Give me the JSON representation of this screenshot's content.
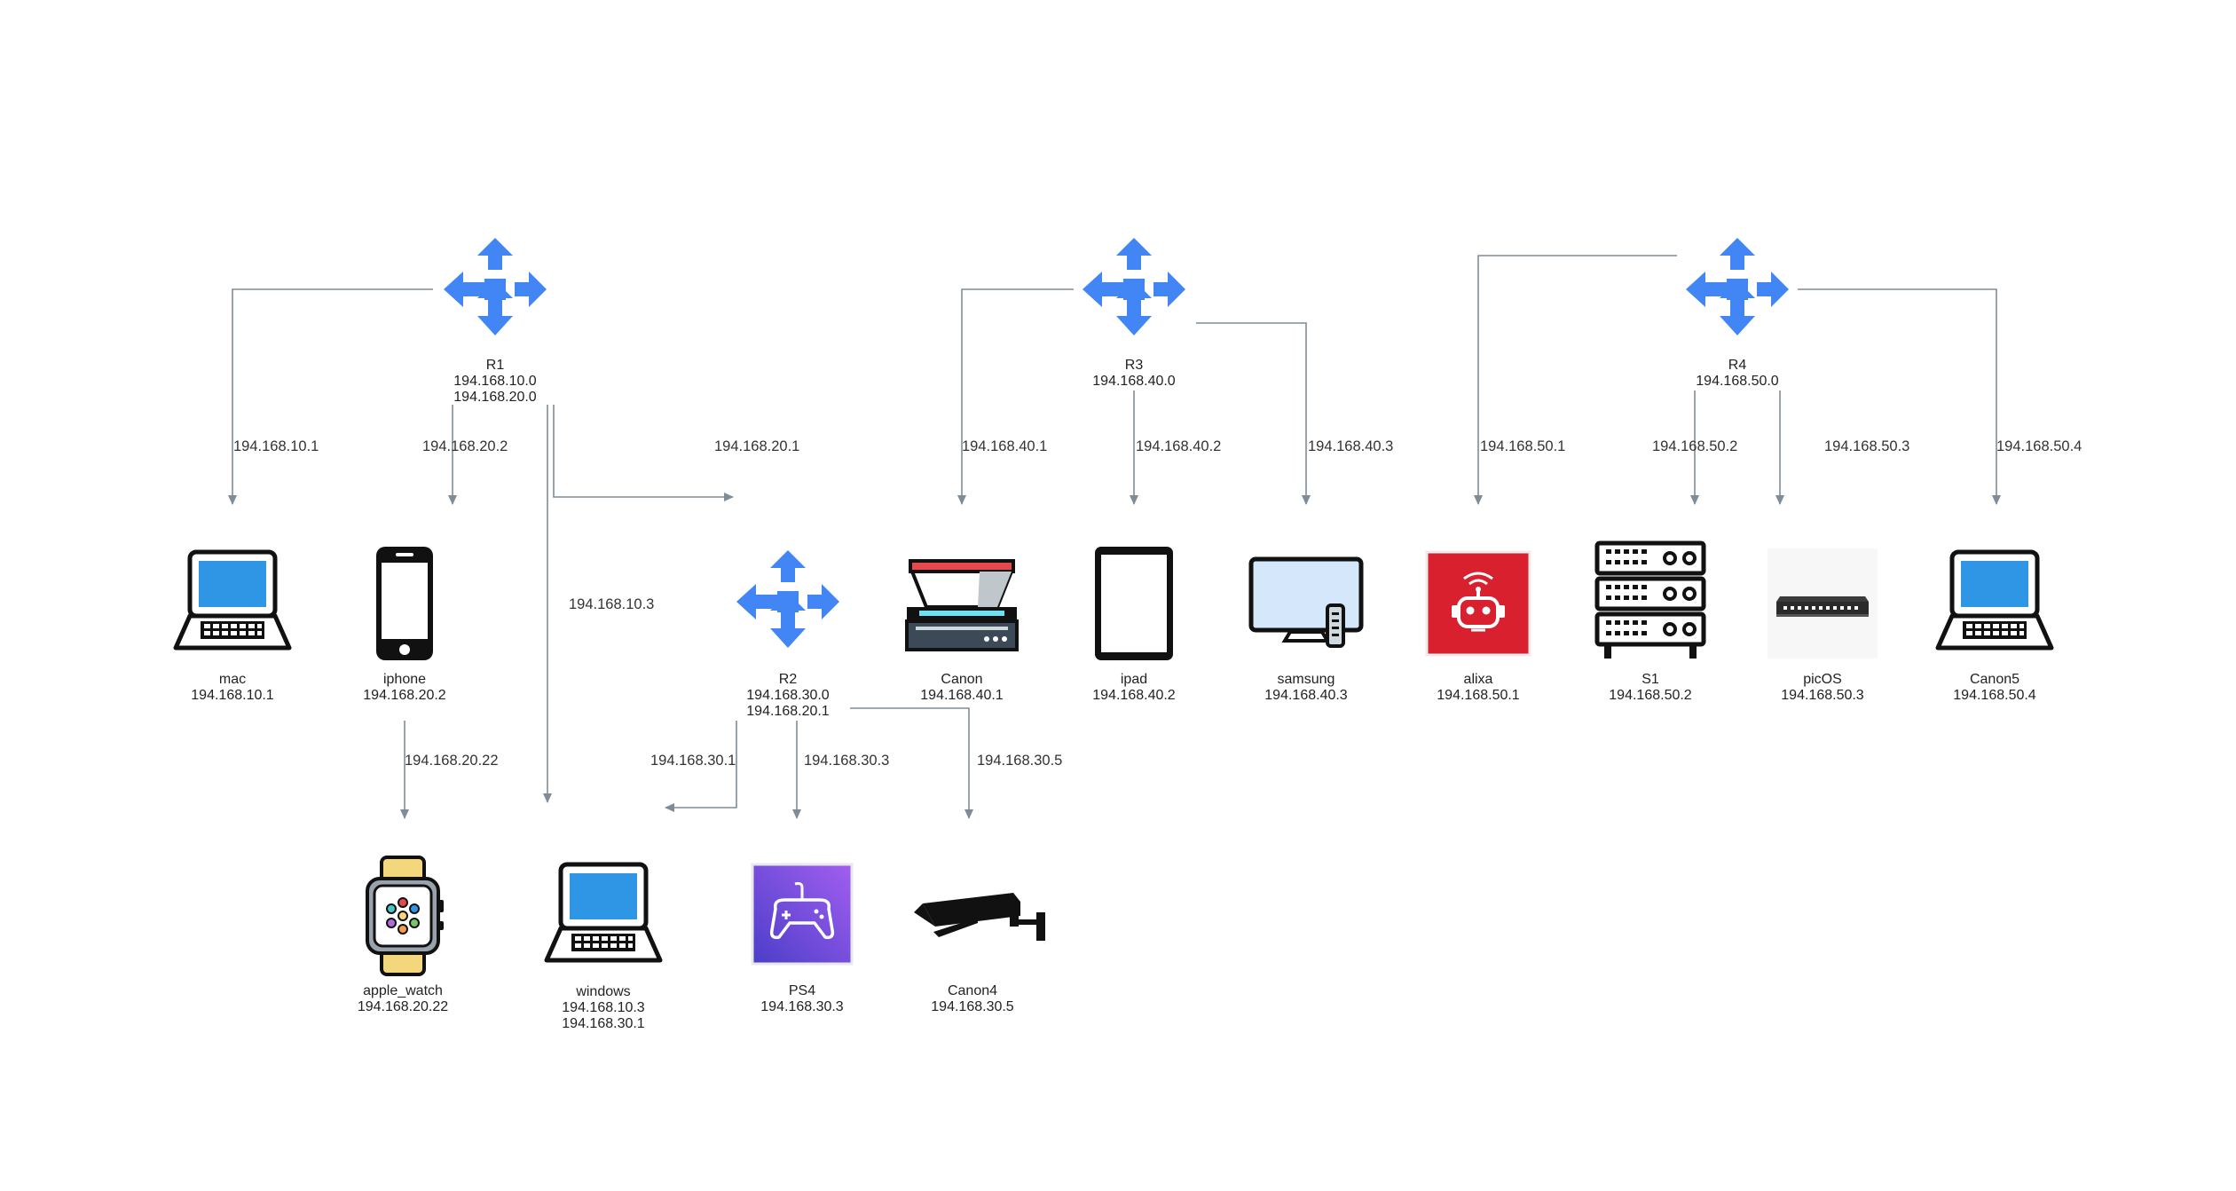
{
  "nodes": {
    "r1": {
      "name": "R1",
      "ips": [
        "194.168.10.0",
        "194.168.20.0"
      ],
      "icon": "router-icon"
    },
    "r2": {
      "name": "R2",
      "ips": [
        "194.168.30.0",
        "194.168.20.1"
      ],
      "icon": "router-icon"
    },
    "r3": {
      "name": "R3",
      "ips": [
        "194.168.40.0"
      ],
      "icon": "router-icon"
    },
    "r4": {
      "name": "R4",
      "ips": [
        "194.168.50.0"
      ],
      "icon": "router-icon"
    },
    "mac": {
      "name": "mac",
      "ips": [
        "194.168.10.1"
      ],
      "icon": "laptop-icon"
    },
    "iphone": {
      "name": "iphone",
      "ips": [
        "194.168.20.2"
      ],
      "icon": "phone-icon"
    },
    "canon": {
      "name": "Canon",
      "ips": [
        "194.168.40.1"
      ],
      "icon": "scanner-icon"
    },
    "ipad": {
      "name": "ipad",
      "ips": [
        "194.168.40.2"
      ],
      "icon": "tablet-icon"
    },
    "samsung": {
      "name": "samsung",
      "ips": [
        "194.168.40.3"
      ],
      "icon": "tv-icon"
    },
    "alixa": {
      "name": "alixa",
      "ips": [
        "194.168.50.1"
      ],
      "icon": "robot-icon"
    },
    "s1": {
      "name": "S1",
      "ips": [
        "194.168.50.2"
      ],
      "icon": "server-icon"
    },
    "picos": {
      "name": "picOS",
      "ips": [
        "194.168.50.3"
      ],
      "icon": "switch-icon"
    },
    "canon5": {
      "name": "Canon5",
      "ips": [
        "194.168.50.4"
      ],
      "icon": "laptop-icon"
    },
    "apple_watch": {
      "name": "apple_watch",
      "ips": [
        "194.168.20.22"
      ],
      "icon": "watch-icon"
    },
    "windows": {
      "name": "windows",
      "ips": [
        "194.168.10.3",
        "194.168.30.1"
      ],
      "icon": "laptop-icon"
    },
    "ps4": {
      "name": "PS4",
      "ips": [
        "194.168.30.3"
      ],
      "icon": "gamepad-icon"
    },
    "canon4": {
      "name": "Canon4",
      "ips": [
        "194.168.30.5"
      ],
      "icon": "camera-icon"
    }
  },
  "edges": {
    "r1_mac": "194.168.10.1",
    "r1_iphone": "194.168.20.2",
    "r1_r2": "194.168.20.1",
    "r1_windows": "194.168.10.3",
    "iphone_watch": "194.168.20.22",
    "r2_windows": "194.168.30.1",
    "r2_ps4": "194.168.30.3",
    "r2_canon4": "194.168.30.5",
    "r3_canon": "194.168.40.1",
    "r3_ipad": "194.168.40.2",
    "r3_samsung": "194.168.40.3",
    "r4_alixa": "194.168.50.1",
    "r4_s1": "194.168.50.2",
    "r4_picos": "194.168.50.3",
    "r4_canon5": "194.168.50.4"
  },
  "colors": {
    "router": "#4285f4",
    "edge": "#7f8c98",
    "screen": "#2f95e5",
    "alixa_bg": "#d9202e",
    "ps4_bg": "#7a48d8",
    "scanner_lid": "#e5484d",
    "watch_band": "#f3d77d"
  }
}
